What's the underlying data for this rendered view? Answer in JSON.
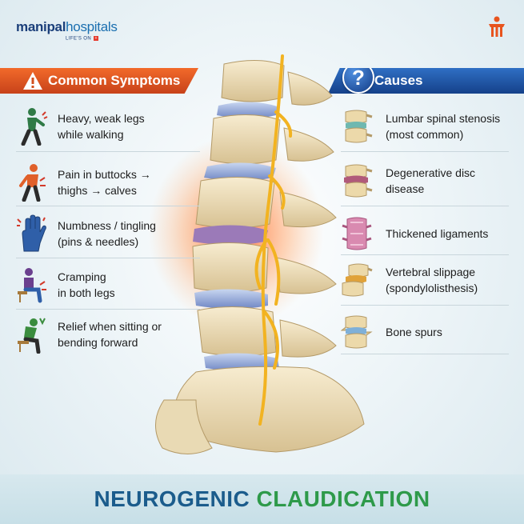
{
  "brand": {
    "name_bold": "manipal",
    "name_light": "hospitals",
    "tagline": "LIFE'S ON"
  },
  "symptoms": {
    "title": "Common Symptoms",
    "items": [
      {
        "line1": "Heavy, weak legs",
        "line2": "while walking",
        "icon": "walking-person-icon"
      },
      {
        "line1": "Pain in buttocks →",
        "line2": "thighs → calves",
        "icon": "back-pain-person-icon"
      },
      {
        "line1": "Numbness / tingling",
        "line2": "(pins & needles)",
        "icon": "tingling-hand-icon"
      },
      {
        "line1": "Cramping",
        "line2": "in both legs",
        "icon": "cramping-person-icon"
      },
      {
        "line1": "Relief when sitting or",
        "line2": "bending forward",
        "icon": "sitting-person-icon"
      }
    ]
  },
  "causes": {
    "title": "Causes",
    "items": [
      {
        "line1": "Lumbar spinal stenosis",
        "line2": "(most common)",
        "icon": "vertebra-stenosis-icon"
      },
      {
        "line1": "Degenerative disc",
        "line2": "disease",
        "icon": "vertebra-disc-icon"
      },
      {
        "line1": "Thickened ligaments",
        "line2": "",
        "icon": "vertebra-ligament-icon"
      },
      {
        "line1": "Vertebral slippage",
        "line2": "(spondylolisthesis)",
        "icon": "vertebra-slippage-icon"
      },
      {
        "line1": "Bone spurs",
        "line2": "",
        "icon": "vertebra-spur-icon"
      }
    ]
  },
  "footer": {
    "word1": "NEUROGENIC",
    "word2": "CLAUDICATION"
  },
  "colors": {
    "symptoms_header": "#e05a24",
    "causes_header": "#1f5aa8",
    "footer_word1": "#1b5c8c",
    "footer_word2": "#2e9a4a"
  }
}
